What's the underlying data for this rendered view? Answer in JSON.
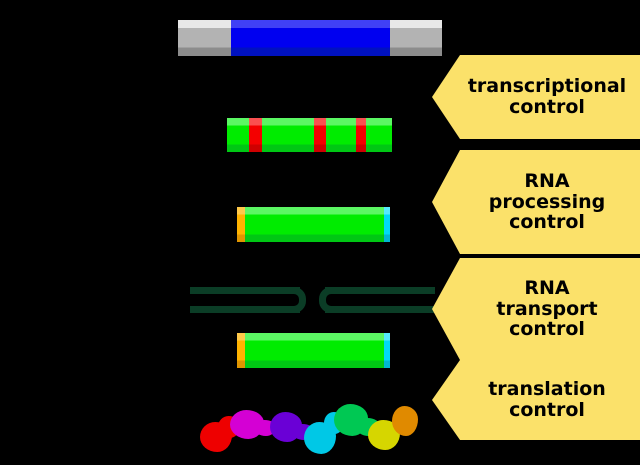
{
  "diagram": {
    "title": "Gene expression control points",
    "background_color": "#000000"
  },
  "stages": [
    {
      "id": "gene",
      "name": "gene-dna",
      "description": "DNA gene region: gray flanking DNA with blue coding segment",
      "colors": {
        "flank": "#b3b3b3",
        "body": "#0000f0"
      }
    },
    {
      "id": "primary-transcript",
      "name": "primary-rna-transcript",
      "description": "Primary RNA transcript: green exons separated by red intron stripes",
      "colors": {
        "exon": "#00ec00",
        "intron": "#f40000"
      },
      "intron_count": 3
    },
    {
      "id": "mrna-nuclear",
      "name": "mature-mrna-nuclear",
      "description": "Mature mRNA in nucleus with orange 5' cap and cyan 3' poly-A tail",
      "colors": {
        "body": "#00ec00",
        "cap5": "#ffb300",
        "tail3": "#00daf5"
      }
    },
    {
      "id": "nuclear-envelope",
      "name": "nuclear-envelope-pore",
      "description": "Nuclear envelope double membrane with a central nuclear pore gap",
      "colors": {
        "membrane": "#0b3d26"
      }
    },
    {
      "id": "mrna-cytosol",
      "name": "mature-mrna-cytosol",
      "description": "Mature mRNA in cytosol with orange 5' cap and cyan 3' poly-A tail",
      "colors": {
        "body": "#00ec00",
        "cap5": "#ffb300",
        "tail3": "#00daf5"
      }
    },
    {
      "id": "protein",
      "name": "protein-chain",
      "description": "Folded protein represented as a chain of colored beads",
      "bead_colors": [
        "#ee0000",
        "#d400d4",
        "#6a00d6",
        "#00c8e6",
        "#00c853",
        "#d6d600",
        "#e08a00"
      ]
    }
  ],
  "callouts": [
    {
      "id": "transcriptional",
      "label": "transcriptional\ncontrol",
      "color": "#fbe16a"
    },
    {
      "id": "rna-processing",
      "label": "RNA\nprocessing\ncontrol",
      "color": "#fbe16a"
    },
    {
      "id": "rna-transport",
      "label": "RNA\ntransport\ncontrol",
      "color": "#fbe16a"
    },
    {
      "id": "translation",
      "label": "translation\ncontrol",
      "color": "#fbe16a"
    }
  ]
}
